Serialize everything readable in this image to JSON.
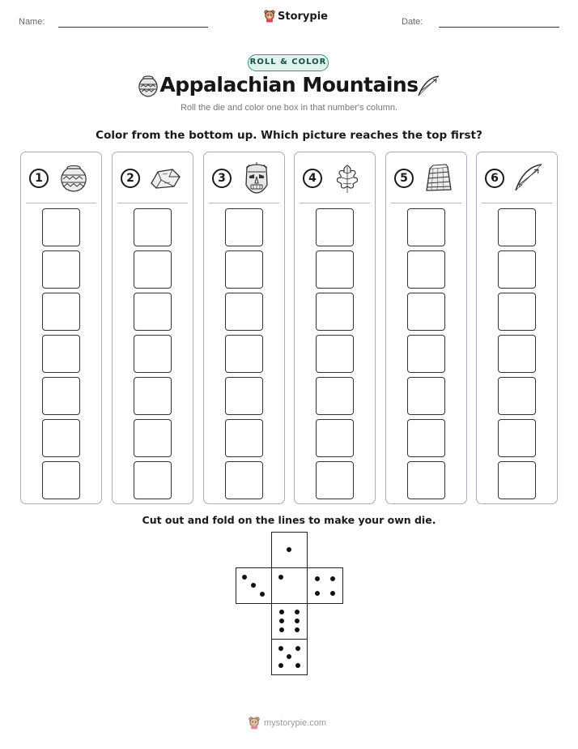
{
  "header": {
    "name_label": "Name:",
    "date_label": "Date:",
    "brand": "Storypie",
    "brand_icon": "bear-mascot-icon"
  },
  "badge": "ROLL & COLOR",
  "title": "Appalachian Mountains",
  "title_icons": {
    "left": "clay-pot-icon",
    "right": "bow-arrow-icon"
  },
  "subtitle": "Roll the die and color one box in that number's column.",
  "instruction": "Color from the bottom up. Which picture reaches the top first?",
  "columns": [
    {
      "number": "1",
      "icon": "clay-pot-icon",
      "boxes": 7
    },
    {
      "number": "2",
      "icon": "stone-rock-icon",
      "boxes": 7
    },
    {
      "number": "3",
      "icon": "carved-mask-icon",
      "boxes": 7
    },
    {
      "number": "4",
      "icon": "oak-leaf-icon",
      "boxes": 7
    },
    {
      "number": "5",
      "icon": "woven-basket-icon",
      "boxes": 7
    },
    {
      "number": "6",
      "icon": "bow-arrow-icon",
      "boxes": 7
    }
  ],
  "die_instruction": "Cut out and fold on the lines to make your own die.",
  "die_faces": [
    1,
    3,
    1,
    4,
    6,
    5
  ],
  "footer": "mystorypie.com",
  "colors": {
    "accent": "#2f9a86",
    "badge_bg": "#dff3ee",
    "column_border": "#a9adc4"
  }
}
